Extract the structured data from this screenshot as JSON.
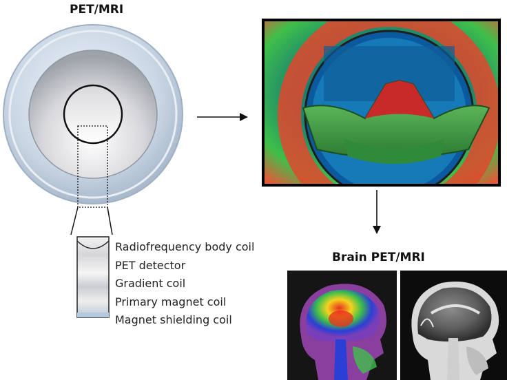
{
  "diagram": {
    "scanner_title": "PET/MRI",
    "brain_title": "Brain PET/MRI",
    "layers": [
      "Radiofrequency body coil",
      "PET detector",
      "Gradient coil",
      "Primary magnet coil",
      "Magnet shielding coil"
    ]
  },
  "colors": {
    "photo_frame": "#000000",
    "pet_hot": "#e8321e",
    "pet_cold": "#2a3fd6",
    "scanner_green": "#3fbf4a"
  }
}
